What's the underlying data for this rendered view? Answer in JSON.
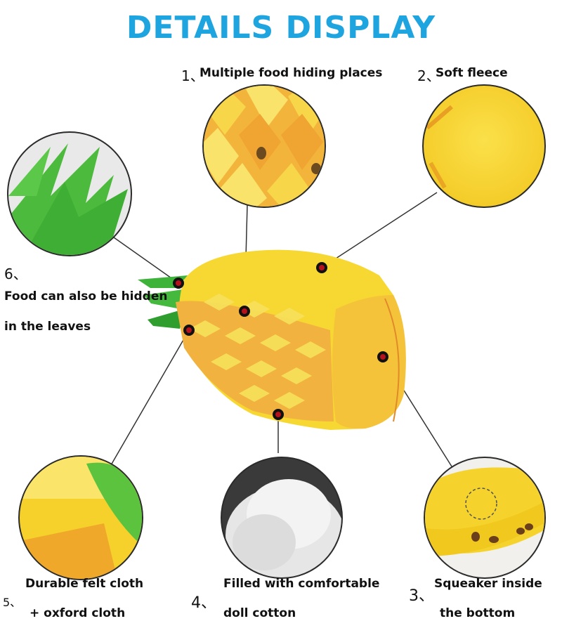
{
  "title": "DETAILS DISPLAY",
  "colors": {
    "title": "#1ea4df",
    "dot_fill": "#e0202a",
    "dot_ring": "#111111",
    "line": "#333333",
    "yellow": "#f7d832",
    "orange": "#f0a83a",
    "green": "#3db33a"
  },
  "features": [
    {
      "number": "1、",
      "label": "Multiple food hiding places",
      "image": "felt-diamond-flaps-with-kibble"
    },
    {
      "number": "2、",
      "label": "Soft fleece",
      "image": "yellow-fleece-texture"
    },
    {
      "number": "3、",
      "line1": "Squeaker inside",
      "line2": "the bottom",
      "image": "squeaker-bottom-with-kibble"
    },
    {
      "number": "4、",
      "line1": "Filled with comfortable",
      "line2": "doll cotton",
      "image": "cotton-stuffing"
    },
    {
      "number": "5、",
      "line1": "Durable felt cloth",
      "line2": "+ oxford cloth",
      "image": "felt-and-oxford-fabric"
    },
    {
      "number": "6、",
      "line1": "Food can also be hidden",
      "line2": "in the leaves",
      "image": "green-felt-leaves"
    }
  ],
  "product": {
    "name": "pineapple-snuffle-toy"
  }
}
